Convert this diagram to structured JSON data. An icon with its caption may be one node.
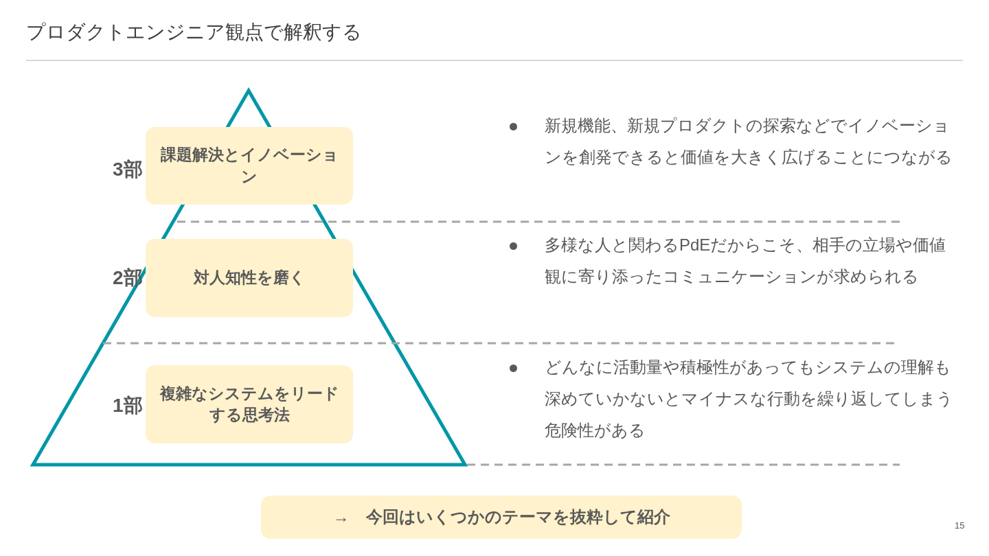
{
  "diagram": {
    "title": "プロダクトエンジニア観点で解釈する",
    "nodes": [
      {
        "text": [
          "課題解決とイノベーション"
        ]
      },
      {
        "text": [
          "対人知性を磨く"
        ]
      },
      {
        "text": [
          "複雑なシステムをリードする思考法"
        ]
      },
      {
        "text": [
          "→　今回はいくつかのテーマを抜粋して紹介"
        ]
      }
    ],
    "labels": [
      "3部",
      "新規機能、新規プロダクトの探索などでイノベーションを創発できると価値を大きく広げることにつながる",
      "2部",
      "多様な人と関わるPdEだからこそ、相手の立場や価値観に寄り添ったコミュニケーションが求められる",
      "1部",
      "どんなに活動量や積極性があってもシステムの理解も深めていかないとマイナスな行動を繰り返してしまう危険性がある",
      "15"
    ]
  }
}
